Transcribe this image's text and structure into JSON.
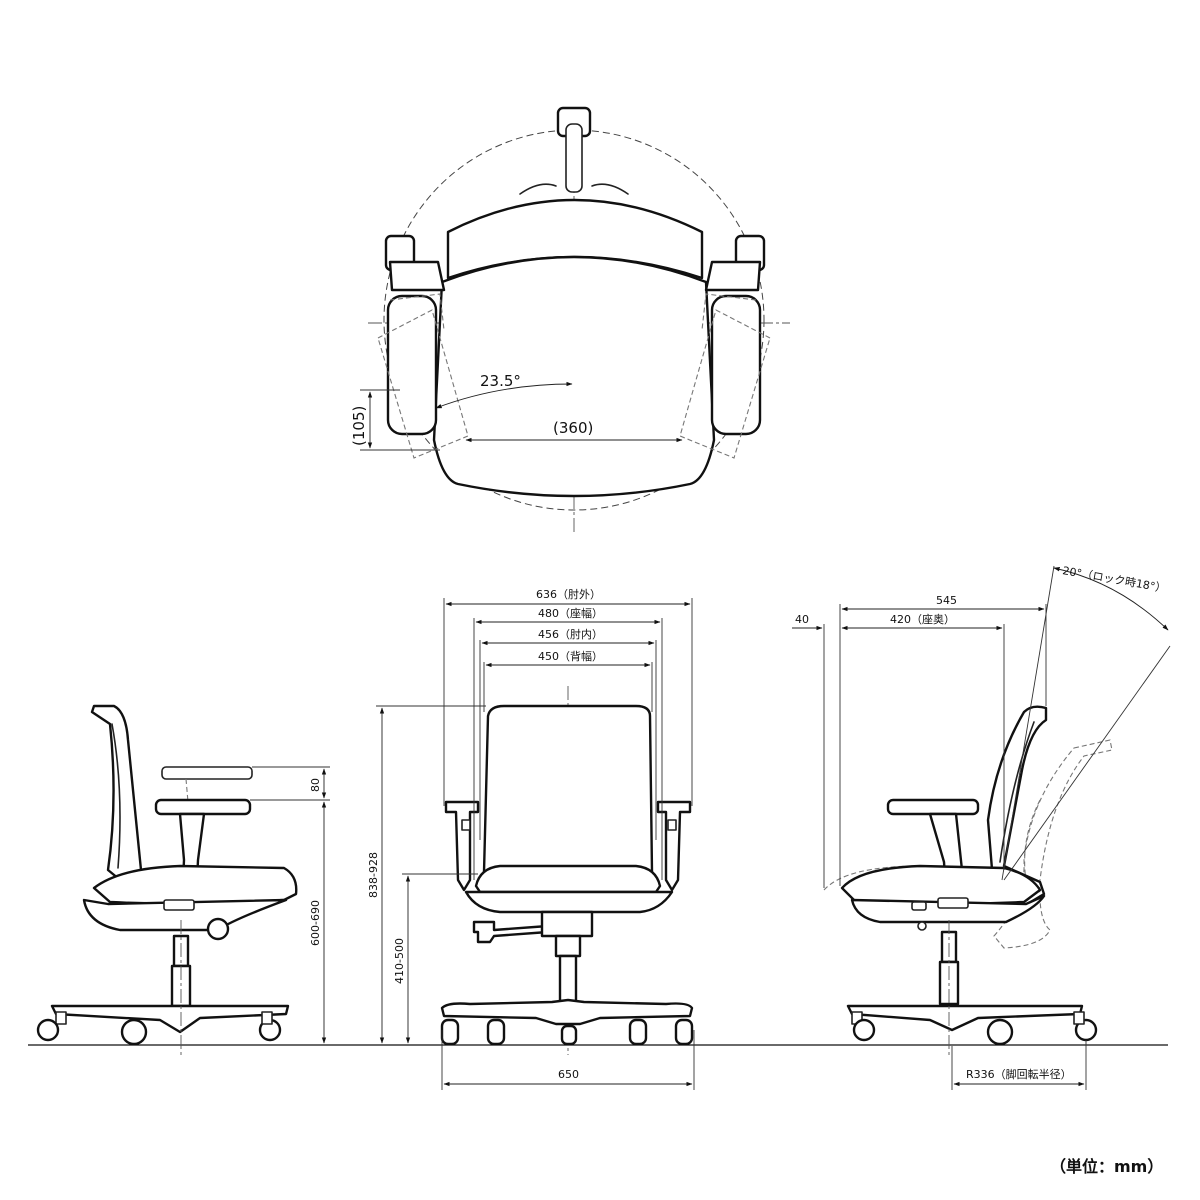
{
  "top_view": {
    "angle_label": "23.5°",
    "inner_width_label": "(360)",
    "offset_label": "(105)"
  },
  "front_view": {
    "arm_outer_label": "636（肘外）",
    "seat_width_label": "480（座幅）",
    "arm_inner_label": "456（肘内）",
    "back_width_label": "450（背幅）",
    "overall_height_label": "838-928",
    "seat_height_label": "410-500",
    "base_width_label": "650"
  },
  "side_view_left": {
    "arm_adjust_label": "80",
    "arm_height_label": "600-690"
  },
  "side_view_right": {
    "depth_label": "545",
    "seat_depth_label": "420（座奥）",
    "slide_label": "40",
    "recline_label": "20°（ロック時18°）",
    "radius_label": "R336（脚回転半径）"
  },
  "unit_note": "（単位：mm）"
}
